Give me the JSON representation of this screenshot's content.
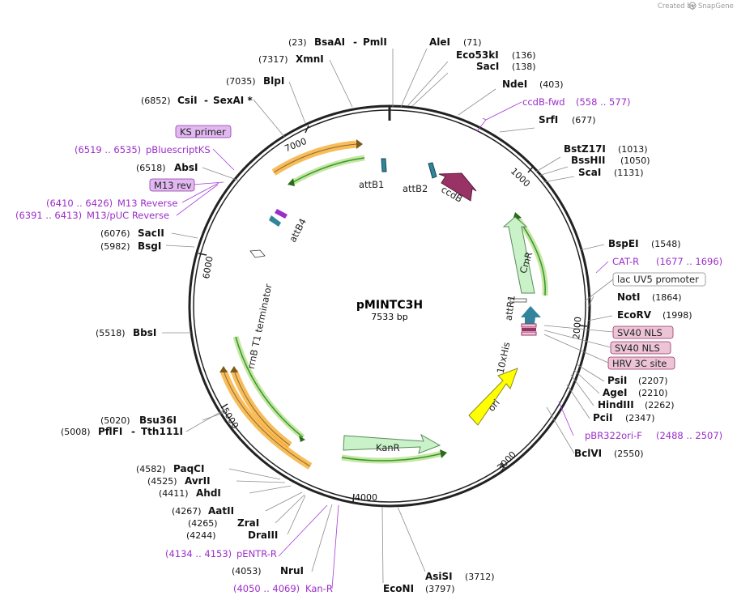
{
  "credit": {
    "prefix": "Created by",
    "brand": "SnapGene"
  },
  "plasmid": {
    "name": "pMINTC3H",
    "size": "7533 bp",
    "length": 7533
  },
  "ticks": [
    "1000",
    "2000",
    "3000",
    "4000",
    "5000",
    "6000",
    "7000"
  ],
  "sites": [
    {
      "name": "BsaAI",
      "pos": "(23)"
    },
    {
      "name": "PmlI",
      "pos": ""
    },
    {
      "name": "AleI",
      "pos": "(71)"
    },
    {
      "name": "Eco53kI",
      "pos": "(136)"
    },
    {
      "name": "SacI",
      "pos": "(138)"
    },
    {
      "name": "NdeI",
      "pos": "(403)"
    },
    {
      "name": "SrfI",
      "pos": "(677)"
    },
    {
      "name": "BstZ17I",
      "pos": "(1013)"
    },
    {
      "name": "BssHII",
      "pos": "(1050)"
    },
    {
      "name": "ScaI",
      "pos": "(1131)"
    },
    {
      "name": "BspEI",
      "pos": "(1548)"
    },
    {
      "name": "NotI",
      "pos": "(1864)"
    },
    {
      "name": "EcoRV",
      "pos": "(1998)"
    },
    {
      "name": "PsiI",
      "pos": "(2207)"
    },
    {
      "name": "AgeI",
      "pos": "(2210)"
    },
    {
      "name": "HindIII",
      "pos": "(2262)"
    },
    {
      "name": "PciI",
      "pos": "(2347)"
    },
    {
      "name": "BclVI",
      "pos": "(2550)"
    },
    {
      "name": "AsiSI",
      "pos": "(3712)"
    },
    {
      "name": "EcoNI",
      "pos": "(3797)"
    },
    {
      "name": "NruI",
      "pos": "(4053)"
    },
    {
      "name": "DraIII",
      "pos": "(4244)"
    },
    {
      "name": "ZraI",
      "pos": "(4265)"
    },
    {
      "name": "AatII",
      "pos": "(4267)"
    },
    {
      "name": "AhdI",
      "pos": "(4411)"
    },
    {
      "name": "AvrII",
      "pos": "(4525)"
    },
    {
      "name": "PaqCI",
      "pos": "(4582)"
    },
    {
      "name": "PflFI",
      "pos": "(5008)"
    },
    {
      "name": "Tth111I",
      "pos": ""
    },
    {
      "name": "Bsu36I",
      "pos": "(5020)"
    },
    {
      "name": "BbsI",
      "pos": "(5518)"
    },
    {
      "name": "BsgI",
      "pos": "(5982)"
    },
    {
      "name": "SacII",
      "pos": "(6076)"
    },
    {
      "name": "AbsI",
      "pos": "(6518)"
    },
    {
      "name": "CsiI",
      "pos": "(6852)"
    },
    {
      "name": "SexAI *",
      "pos": ""
    },
    {
      "name": "BlpI",
      "pos": "(7035)"
    },
    {
      "name": "XmnI",
      "pos": "(7317)"
    }
  ],
  "primers": [
    {
      "name": "ccdB-fwd",
      "range": "(558 .. 577)"
    },
    {
      "name": "CAT-R",
      "range": "(1677 .. 1696)"
    },
    {
      "name": "pBR322ori-F",
      "range": "(2488 .. 2507)"
    },
    {
      "name": "pENTR-R",
      "range": "(4134 .. 4153)"
    },
    {
      "name": "Kan-R",
      "range": "(4050 .. 4069)"
    },
    {
      "name": "KS primer",
      "range": ""
    },
    {
      "name": "pBluescriptKS",
      "range": "(6519 .. 6535)"
    },
    {
      "name": "M13 rev",
      "range": ""
    },
    {
      "name": "M13 Reverse",
      "range": "(6410 .. 6426)"
    },
    {
      "name": "M13/pUC Reverse",
      "range": "(6391 .. 6413)"
    }
  ],
  "boxed_features": [
    "lac UV5 promoter",
    "SV40 NLS",
    "SV40 NLS",
    "HRV 3C site"
  ],
  "features": [
    "ccdB",
    "attB1",
    "attB2",
    "attB4",
    "CmR",
    "attR1",
    "10xHis",
    "ori",
    "KanR",
    "rrnB T1 terminator"
  ],
  "colors": {
    "backbone": "#222222",
    "cmr": "#c9f2c9",
    "kanr": "#c9f2c9",
    "ori": "#ffff00",
    "ccdb": "#993366",
    "att": "#31849b",
    "orf_green": "#339933",
    "orf_orange": "#f5a623",
    "primer": "#9b2ec9",
    "boxed_fill": "#ecc4d6",
    "primer_box_fill": "#e2b8f0"
  }
}
